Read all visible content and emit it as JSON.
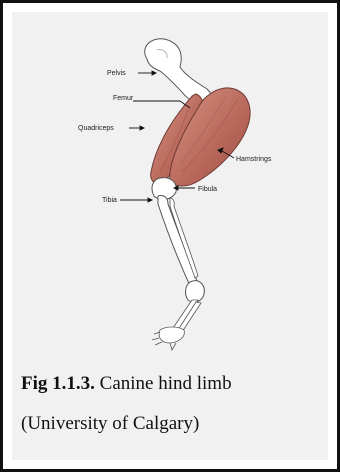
{
  "figure": {
    "labels": {
      "pelvis": "Pelvis",
      "femur": "Femur",
      "quadriceps": "Quadriceps",
      "hamstrings": "Hamstrings",
      "tibia": "Tibia",
      "fibula": "Fibula"
    },
    "caption_number": "Fig 1.1.3.",
    "caption_text": " Canine hind limb",
    "credit": "(University of Calgary)"
  },
  "colors": {
    "panel_background": "#f1f1f1",
    "muscle": "#c77b69",
    "bone": "#ffffff",
    "frame": "#111111"
  }
}
